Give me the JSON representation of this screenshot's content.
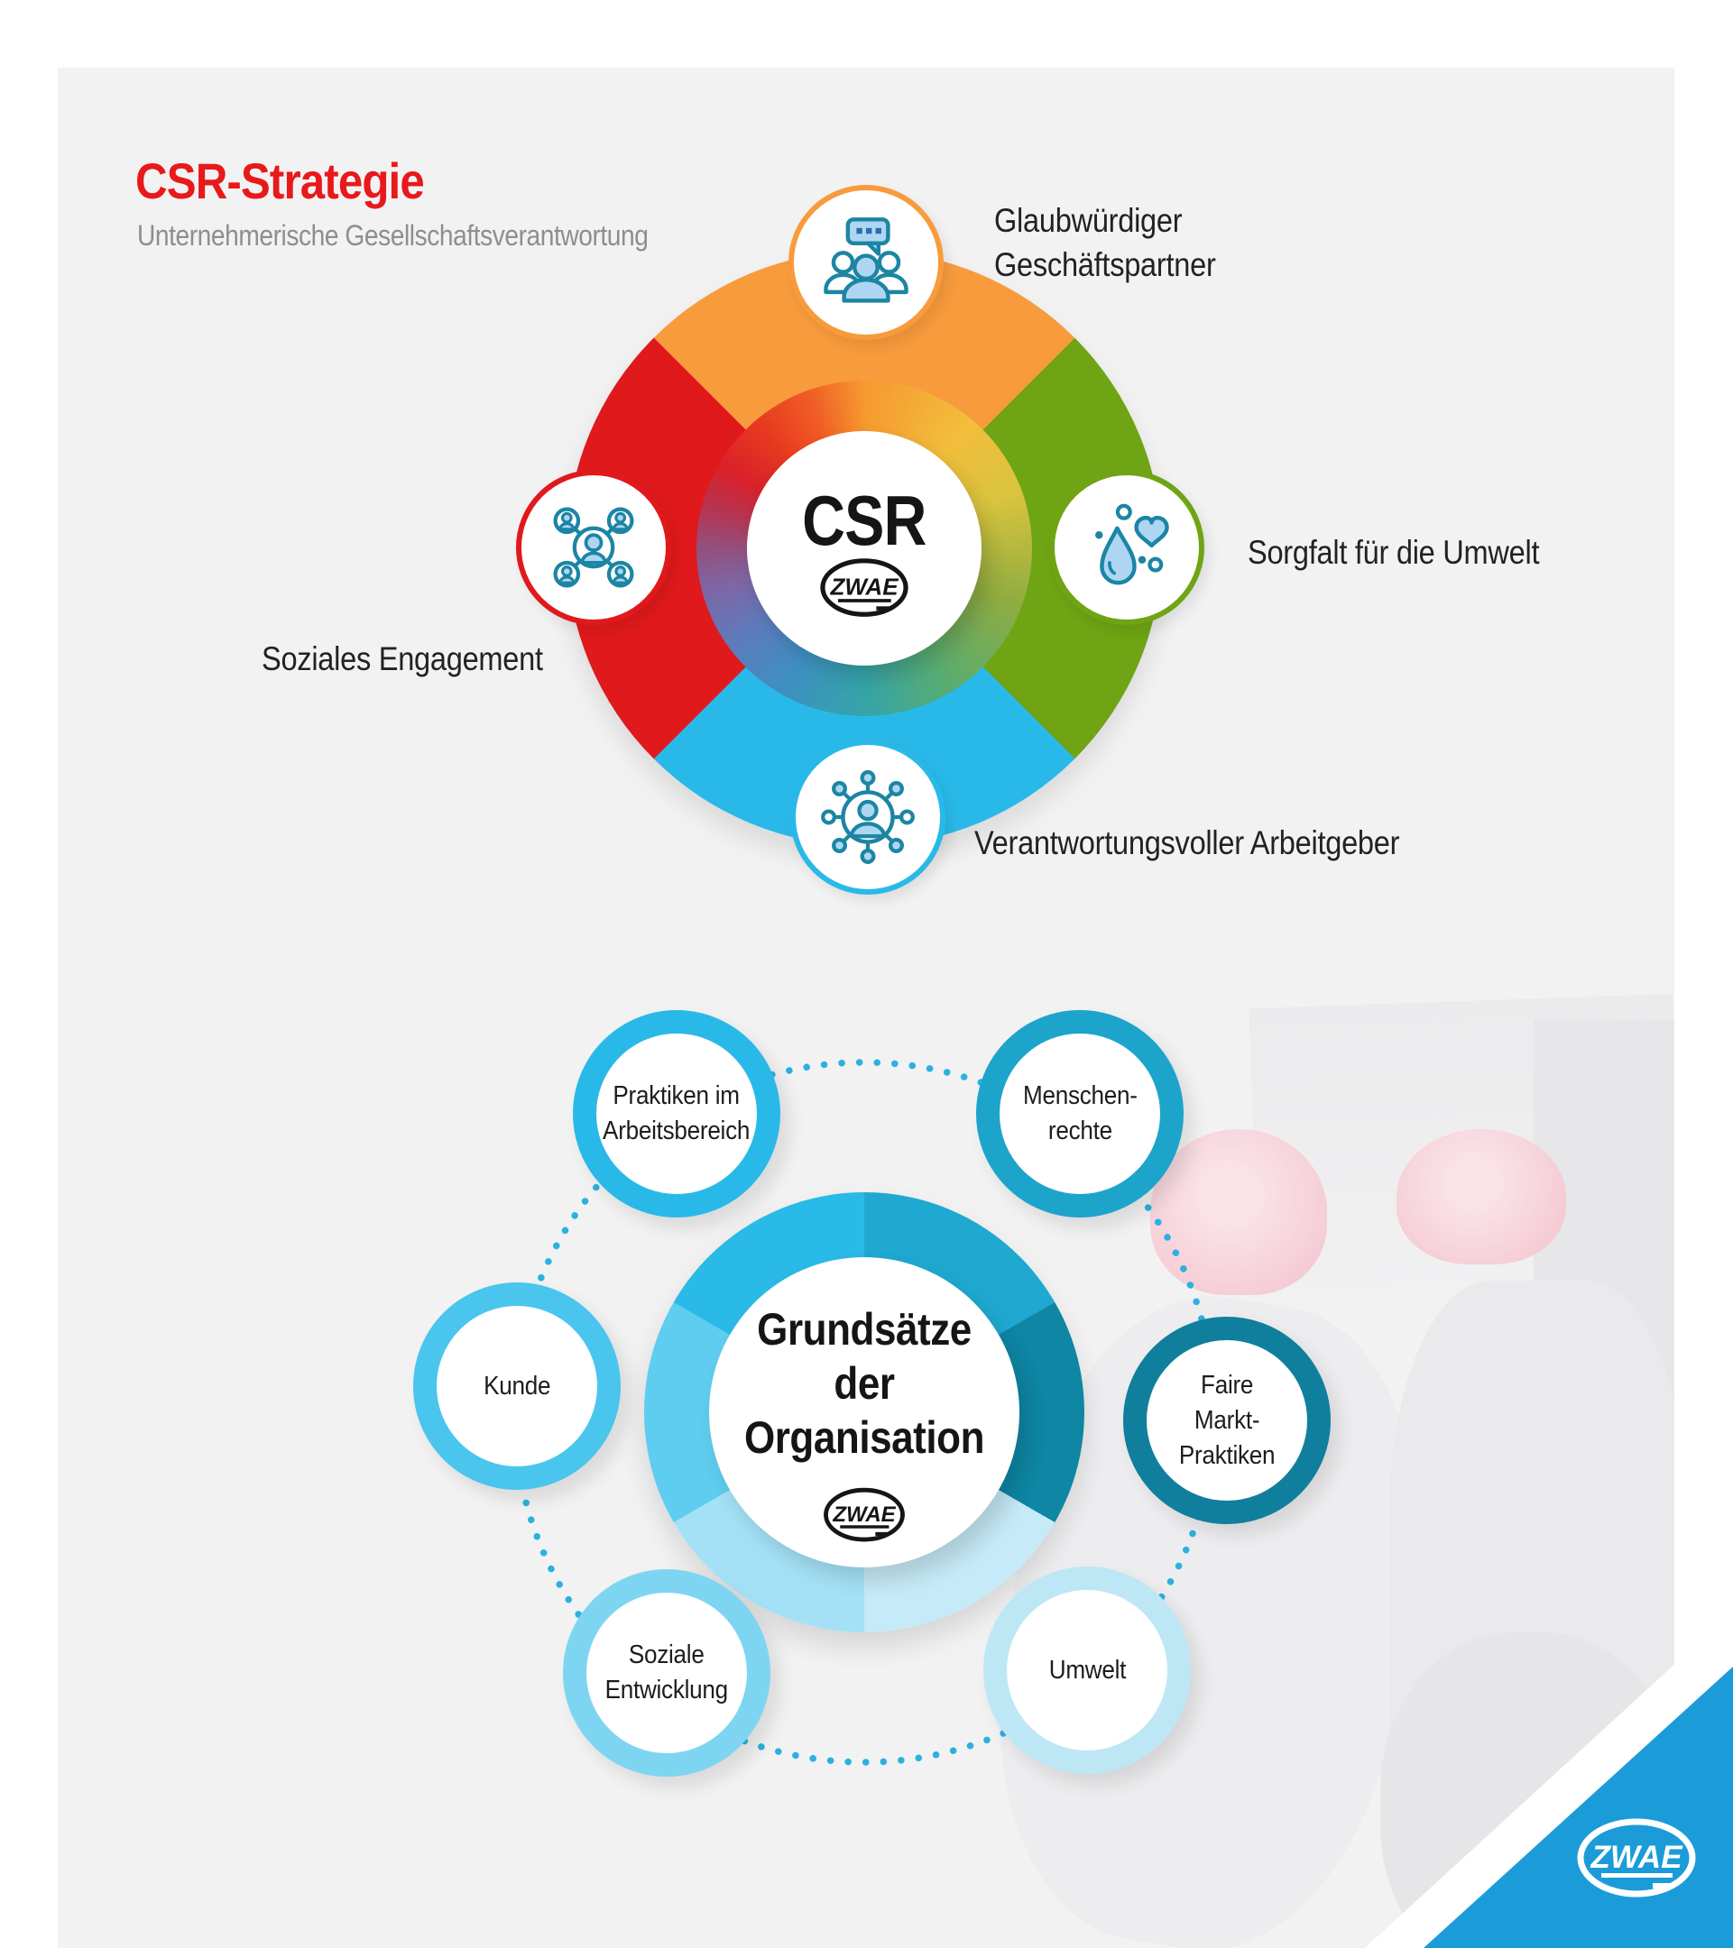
{
  "page": {
    "background": "#FFFFFF",
    "panel_background": "#F2F2F3"
  },
  "header": {
    "title": "CSR-Strategie",
    "title_color": "#E8191B",
    "subtitle": "Unternehmerische Gesellschaftsverantwortung",
    "subtitle_color": "#8E8E8E"
  },
  "brand": {
    "name": "ZWAE",
    "ribbon_color": "#1B9CD8"
  },
  "diagram1": {
    "center_label": "CSR",
    "quadrant_colors": {
      "top": "#F89B3C",
      "right": "#6FA414",
      "bottom": "#29B9E8",
      "left": "#E0191C"
    },
    "items": [
      {
        "position": "top",
        "label": "Glaubwürdiger\nGeschäftspartner",
        "color": "#F89B3C",
        "icon": "people-discussion-icon"
      },
      {
        "position": "right",
        "label": "Sorgfalt für die Umwelt",
        "color": "#6FA414",
        "icon": "drop-heart-icon"
      },
      {
        "position": "bottom",
        "label": "Verantwortungsvoller Arbeitgeber",
        "color": "#29B9E8",
        "icon": "person-hub-icon"
      },
      {
        "position": "left",
        "label": "Soziales Engagement",
        "color": "#E0191C",
        "icon": "people-network-icon"
      }
    ]
  },
  "diagram2": {
    "center_line1": "Grundsätze",
    "center_line2": "der Organisation",
    "segment_colors": [
      "#1FA9D0",
      "#0E86A4",
      "#C6EAF7",
      "#A5E1F6",
      "#5FCDEF",
      "#2ABAE8"
    ],
    "items": [
      {
        "label": "Praktiken im\nArbeitsbereich",
        "color": "#29B9E8"
      },
      {
        "label": "Menschen-\nrechte",
        "color": "#1CA4CB"
      },
      {
        "label": "Faire\nMarkt-\nPraktiken",
        "color": "#0F7F9D"
      },
      {
        "label": "Umwelt",
        "color": "#BEE7F6"
      },
      {
        "label": "Soziale\nEntwicklung",
        "color": "#7ED5F1"
      },
      {
        "label": "Kunde",
        "color": "#4AC5ED"
      }
    ],
    "connector_color": "#2BB1E0"
  }
}
